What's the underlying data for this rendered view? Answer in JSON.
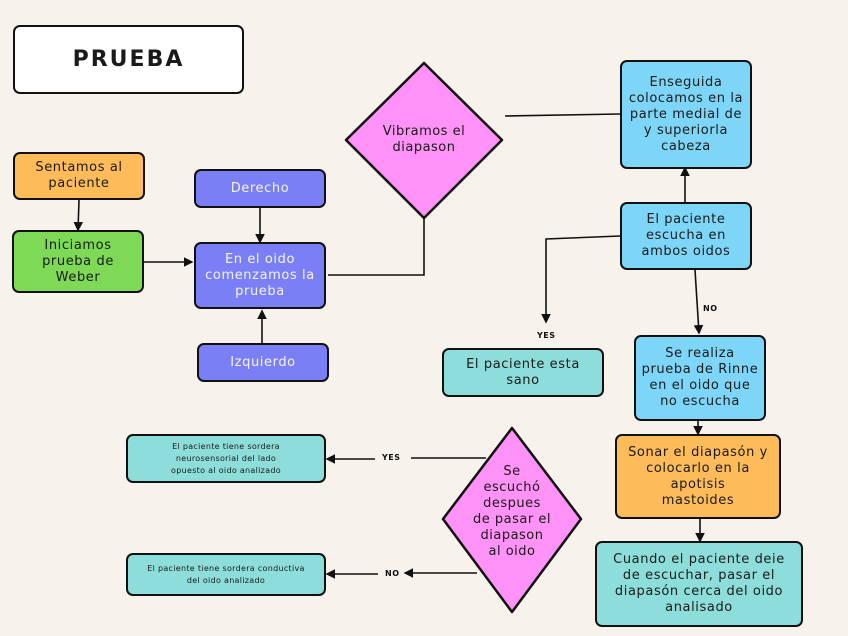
{
  "title": "PRUEBA",
  "nodes": {
    "sentamos": "Sentamos al\npaciente",
    "iniciamos": "Iniciamos\nprueba de\nWeber",
    "derecho": "Derecho",
    "en_el_oido": "En el oido\ncomenzamos la\nprueba",
    "izquierdo": "Izquierdo",
    "vibramos": "Vibramos el\ndiapason",
    "enseguida": "Enseguida\ncolocamos en la\nparte medial de\ny superiorla\ncabeza",
    "escucha_ambos": "El paciente\nescucha en\nambos oidos",
    "sano": "El paciente esta\nsano",
    "rinne": "Se realiza\nprueba de Rinne\nen el oido que\nno escucha",
    "sonar": "Sonar el diapasón y\ncolocarlo en la\napotisis\nmastoides",
    "cuando": "Cuando el paciente deie\nde escuchar, pasar el\ndiapasón cerca del oido\nanalisado",
    "se_escucho": "Se\nescuchó\ndespues\nde pasar el\ndiapason\nal oido",
    "neurosensorial": "El paciente tiene sordera\nneurosensorial del lado\nopuesto al oido analizado",
    "conductiva": "El paciente tiene sordera conductiva\ndel oido analizado"
  },
  "labels": {
    "yes_sano": "YES",
    "no_rinne": "NO",
    "yes_neuro": "YES",
    "no_conductiva": "NO"
  },
  "colors": {
    "orange": "#fdbb5a",
    "green": "#7ed957",
    "purple": "#7a7ff5",
    "blue": "#7dd6f7",
    "teal": "#8ddedb",
    "pink": "#ff92f7",
    "background": "#f7f3ec"
  }
}
